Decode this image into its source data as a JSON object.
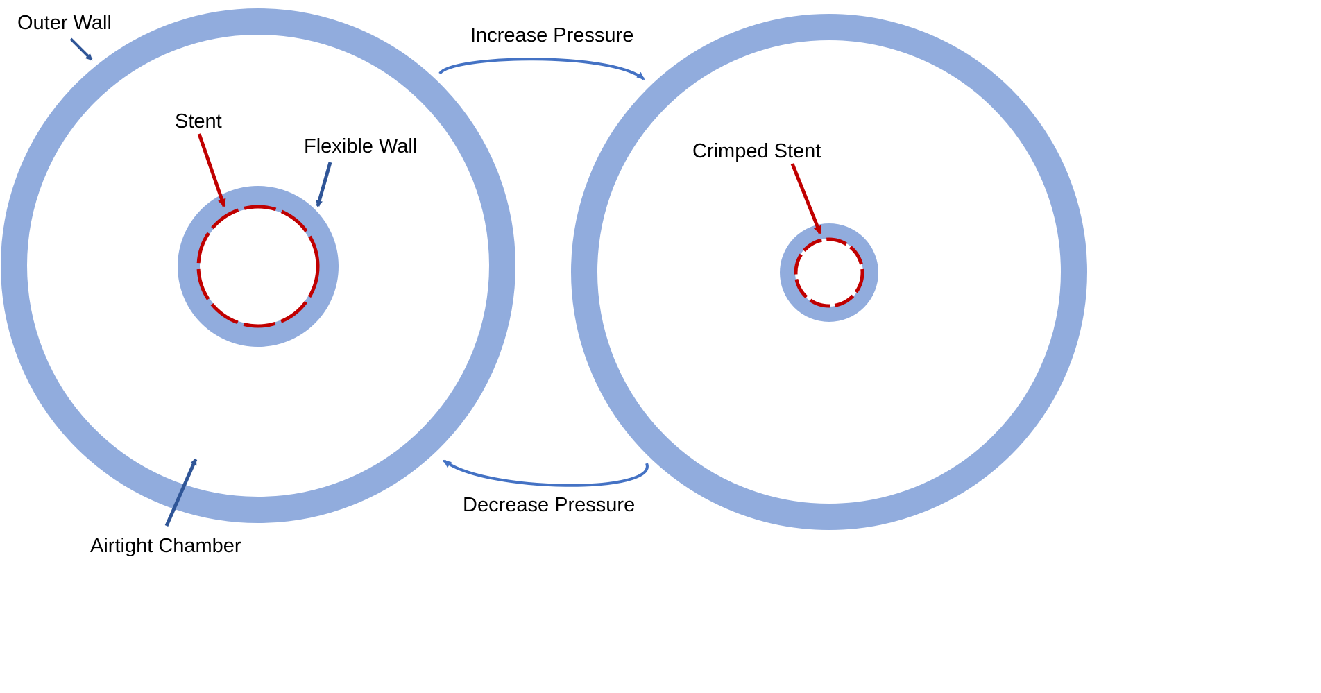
{
  "labels": {
    "outer_wall": "Outer Wall",
    "stent": "Stent",
    "flexible_wall": "Flexible Wall",
    "airtight_chamber": "Airtight Chamber",
    "increase_pressure": "Increase Pressure",
    "decrease_pressure": "Decrease Pressure",
    "crimped_stent": "Crimped Stent"
  },
  "colors": {
    "wall": "#91acdd",
    "stent": "#c00000",
    "label_arrow_blue": "#2f5597",
    "process_arrow": "#4472c4",
    "background": "#ffffff",
    "text": "#000000"
  }
}
